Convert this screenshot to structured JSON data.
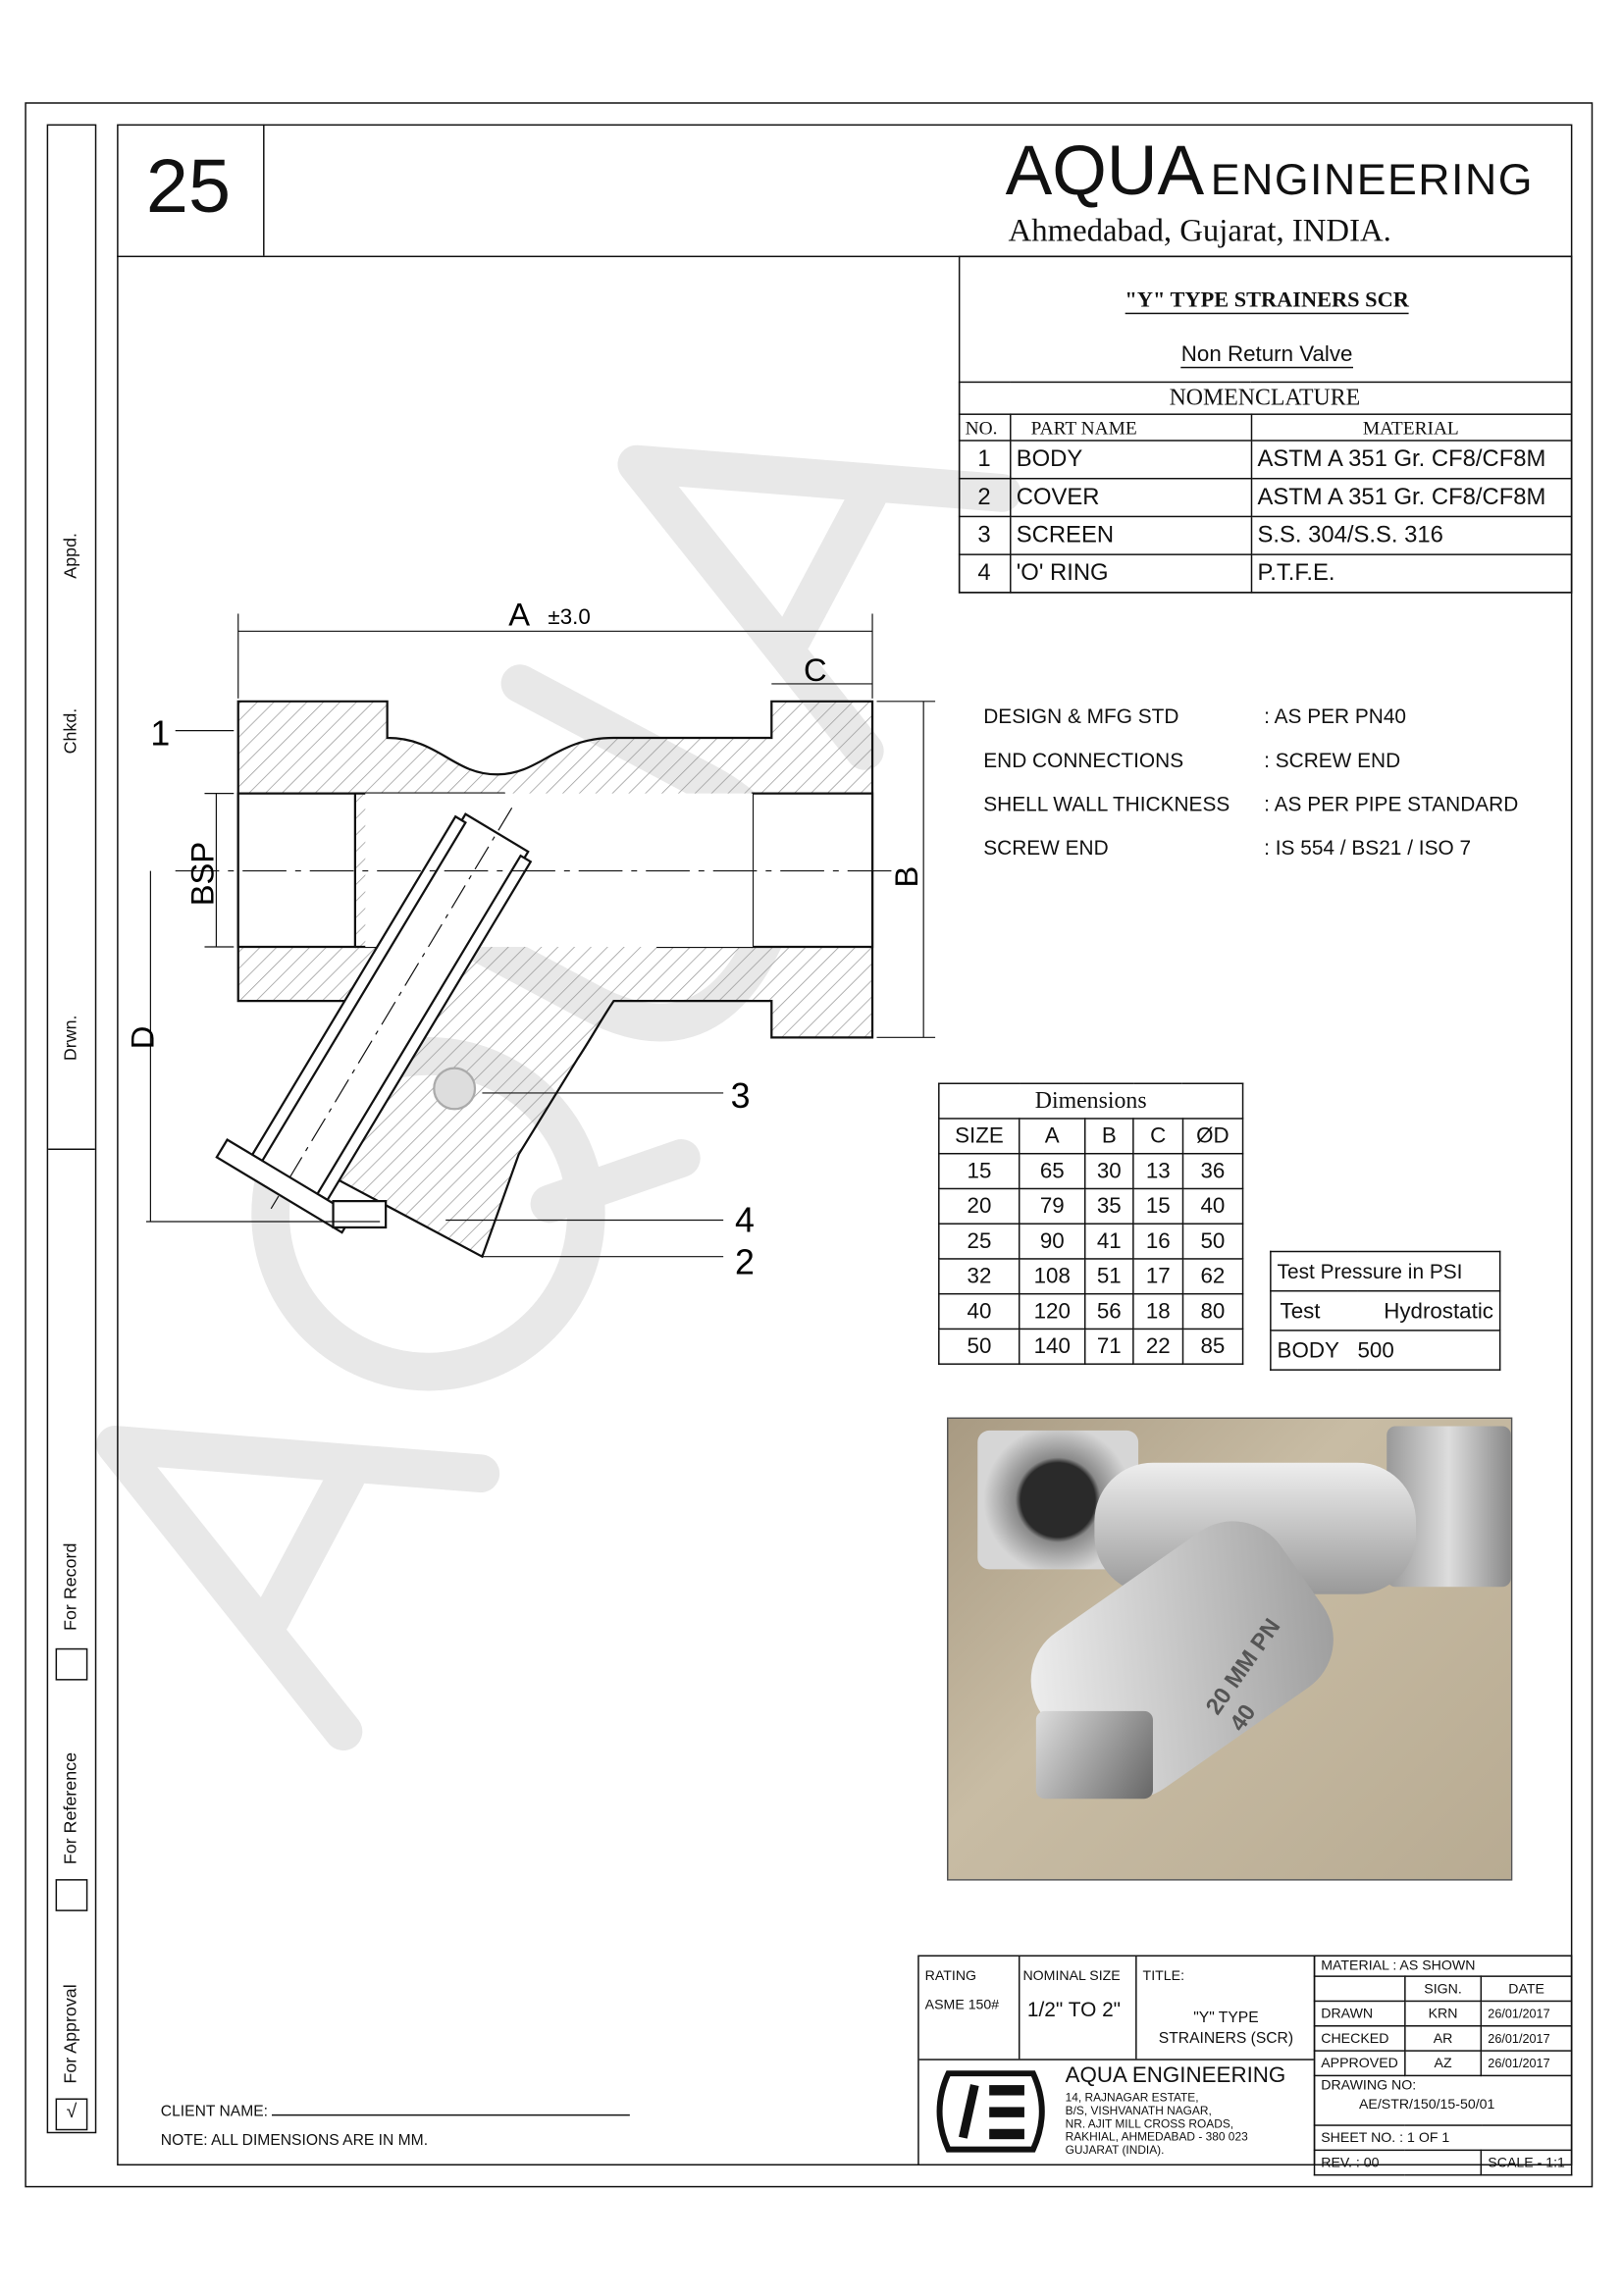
{
  "sheet_number": "25",
  "company": {
    "name_big": "AQUA",
    "name_rest": "ENGINEERING",
    "location": "Ahmedabad, Gujarat, INDIA."
  },
  "left_strip": {
    "drawn": "Drwn.",
    "checked": "Chkd.",
    "approved": "Appd.",
    "for_record": "For Record",
    "for_reference": "For Reference",
    "for_approval": "For Approval",
    "approval_tick": "√"
  },
  "product": {
    "title": "\"Y\" TYPE STRAINERS SCR",
    "subtitle": "Non Return Valve"
  },
  "nomenclature": {
    "heading": "NOMENCLATURE",
    "headers": [
      "NO.",
      "PART NAME",
      "MATERIAL"
    ],
    "rows": [
      [
        "1",
        "BODY",
        "ASTM A 351 Gr. CF8/CF8M"
      ],
      [
        "2",
        "COVER",
        "ASTM A 351 Gr. CF8/CF8M"
      ],
      [
        "3",
        "SCREEN",
        "S.S. 304/S.S. 316"
      ],
      [
        "4",
        "'O' RING",
        "P.T.F.E."
      ]
    ]
  },
  "drawing_labels": {
    "a": "A",
    "a_tol": "±3.0",
    "b": "B",
    "c": "C",
    "d": "D",
    "bsp": "BSP",
    "p1": "1",
    "p2": "2",
    "p3": "3",
    "p4": "4"
  },
  "specs": [
    [
      "DESIGN & MFG STD",
      ": AS PER PN40"
    ],
    [
      "END CONNECTIONS",
      ": SCREW END"
    ],
    [
      "SHELL WALL THICKNESS",
      ": AS PER PIPE STANDARD"
    ],
    [
      "SCREW END",
      ": IS 554 / BS21 / ISO 7"
    ]
  ],
  "dimensions": {
    "heading": "Dimensions",
    "headers": [
      "SIZE",
      "A",
      "B",
      "C",
      "ØD"
    ],
    "rows": [
      [
        "15",
        "65",
        "30",
        "13",
        "36"
      ],
      [
        "20",
        "79",
        "35",
        "15",
        "40"
      ],
      [
        "25",
        "90",
        "41",
        "16",
        "50"
      ],
      [
        "32",
        "108",
        "51",
        "17",
        "62"
      ],
      [
        "40",
        "120",
        "56",
        "18",
        "80"
      ],
      [
        "50",
        "140",
        "71",
        "22",
        "85"
      ]
    ]
  },
  "test_pressure": {
    "heading": "Test Pressure in PSI",
    "col1": "Test",
    "col2": "Hydrostatic",
    "row_label": "BODY",
    "row_value": "500"
  },
  "photo_text": "20 MM PN 40",
  "footer": {
    "client_name": "CLIENT NAME:",
    "note": "NOTE: ALL DIMENSIONS ARE IN MM."
  },
  "title_block": {
    "rating_label": "RATING",
    "rating": "ASME 150#",
    "size_label": "NOMINAL SIZE",
    "size": "1/2\" TO 2\"",
    "title_label": "TITLE:",
    "title1": "\"Y\" TYPE",
    "title2": "STRAINERS (SCR)",
    "material": "MATERIAL : AS SHOWN",
    "sign": "SIGN.",
    "date": "DATE",
    "rows": [
      [
        "DRAWN",
        "KRN",
        "26/01/2017"
      ],
      [
        "CHECKED",
        "AR",
        "26/01/2017"
      ],
      [
        "APPROVED",
        "AZ",
        "26/01/2017"
      ]
    ],
    "company": "AQUA ENGINEERING",
    "address": [
      "14, RAJNAGAR ESTATE,",
      "B/S, VISHVANATH NAGAR,",
      "NR. AJIT MILL CROSS ROADS,",
      "RAKHIAL, AHMEDABAD - 380 023",
      "GUJARAT (INDIA)."
    ],
    "drawing_no_label": "DRAWING NO:",
    "drawing_no": "AE/STR/150/15-50/01",
    "sheet": "SHEET NO. : 1 OF 1",
    "rev": "REV. : 00",
    "scale": "SCALE - 1:1"
  }
}
